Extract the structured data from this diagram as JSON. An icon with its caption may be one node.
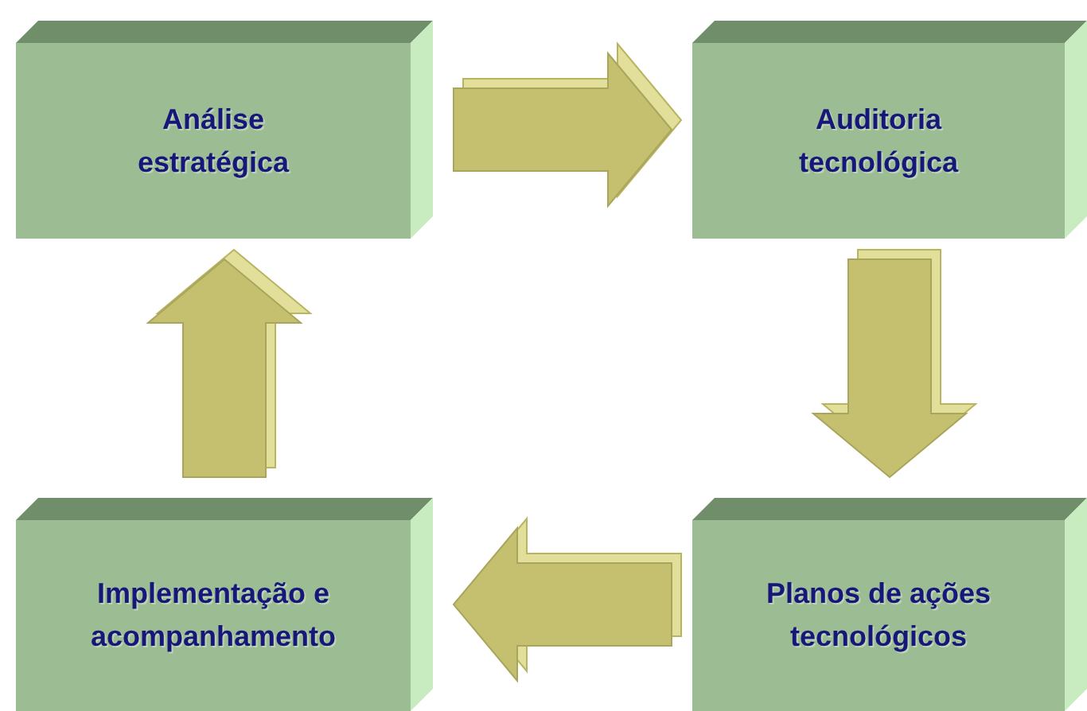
{
  "diagram": {
    "nodes": [
      {
        "text": [
          "Análise estratégica"
        ]
      },
      {
        "text": [
          "Auditoria tecnológica"
        ]
      },
      {
        "text": [
          "Implementação e acompanhamento"
        ]
      },
      {
        "text": [
          "Planos de ações tecnológicos"
        ]
      }
    ],
    "edges": [
      {
        "from": 0,
        "to": 1,
        "arrow": "to"
      },
      {
        "from": 1,
        "to": 3,
        "arrow": "to"
      },
      {
        "from": 3,
        "to": 2,
        "arrow": "to"
      },
      {
        "from": 2,
        "to": 0,
        "arrow": "to"
      }
    ]
  }
}
